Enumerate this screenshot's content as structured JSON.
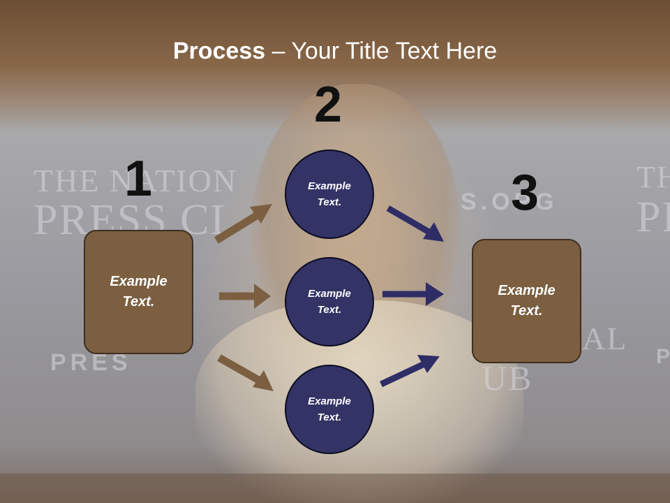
{
  "title": {
    "bold": "Process",
    "rest": " – Your Title Text Here"
  },
  "background": {
    "sign_text": [
      "THE NATION",
      "PRESS CL",
      "TH",
      "PR",
      "PRES",
      "UB",
      "S.ORG",
      "AL",
      "P"
    ]
  },
  "steps": [
    {
      "number": "1",
      "box": {
        "line1": "Example",
        "line2": "Text."
      }
    },
    {
      "number": "2",
      "circles": [
        {
          "line1": "Example",
          "line2": "Text."
        },
        {
          "line1": "Example",
          "line2": "Text."
        },
        {
          "line1": "Example",
          "line2": "Text."
        }
      ]
    },
    {
      "number": "3",
      "box": {
        "line1": "Example",
        "line2": "Text."
      }
    }
  ],
  "colors": {
    "box_fill": "#7b5f40",
    "circle_fill": "#343366",
    "arrow_left": "#7b5f40",
    "arrow_right": "#2e2d66"
  }
}
